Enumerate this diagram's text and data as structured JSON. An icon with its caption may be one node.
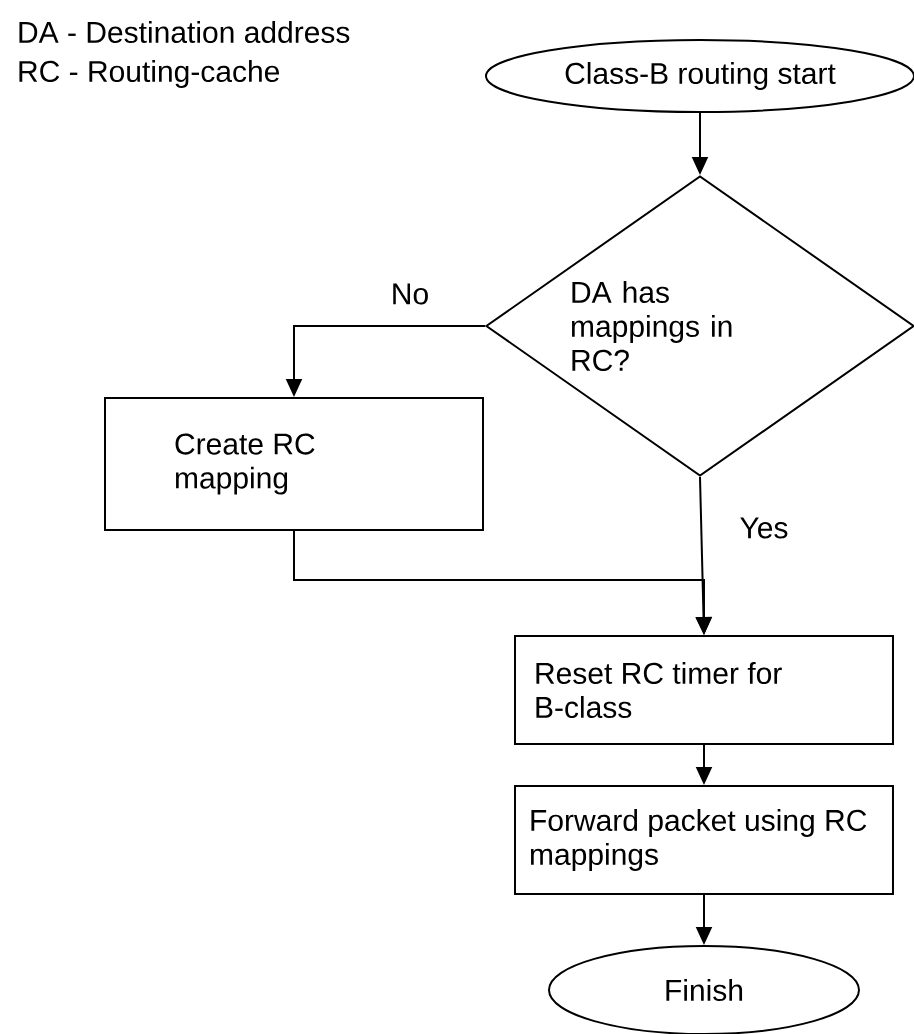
{
  "diagram": {
    "nodes": [
      {
        "text": [
          "Class-B routing start"
        ]
      },
      {
        "text": [
          "DA has mappings in RC?"
        ]
      },
      {
        "text": [
          "Create RC mapping"
        ]
      },
      {
        "text": [
          "Reset RC timer for B-class"
        ]
      },
      {
        "text": [
          "Forward packet using RC mappings"
        ]
      },
      {
        "text": [
          "Finish"
        ]
      }
    ],
    "edges": [
      {
        "from": 0,
        "to": 1,
        "arrow": "to"
      },
      {
        "from": 1,
        "to": 2,
        "arrow": "to",
        "label": "No"
      },
      {
        "from": 1,
        "to": 3,
        "arrow": "to",
        "label": "Yes"
      },
      {
        "from": 2,
        "to": 3,
        "arrow": "to"
      },
      {
        "from": 3,
        "to": 4,
        "arrow": "to"
      },
      {
        "from": 4,
        "to": 5,
        "arrow": "to"
      }
    ],
    "labels": [
      "DA - Destination address",
      "RC - Routing-cache"
    ]
  }
}
